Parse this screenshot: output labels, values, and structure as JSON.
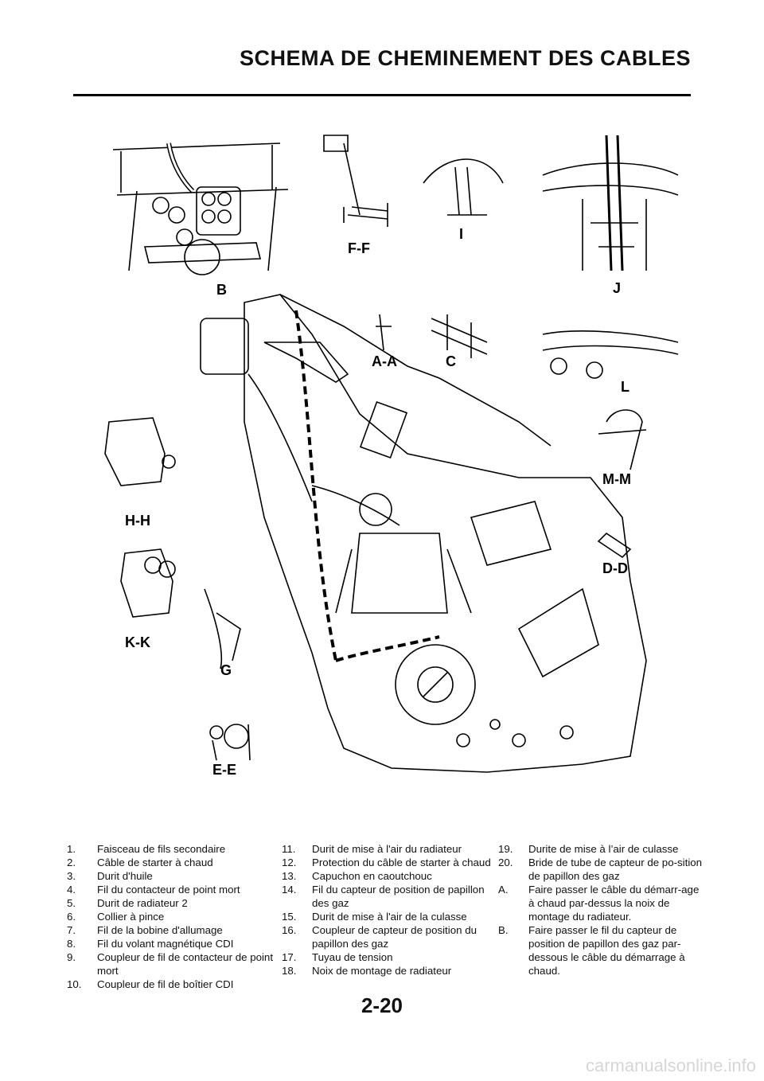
{
  "header": {
    "title": "SCHEMA DE CHEMINEMENT DES CABLES"
  },
  "page_number": "2-20",
  "watermark": "carmanualsonline.info",
  "sections": {
    "B": "B",
    "FF": "F-F",
    "I": "I",
    "J": "J",
    "AA": "A-A",
    "C": "C",
    "L": "L",
    "HH": "H-H",
    "MM": "M-M",
    "DD": "D-D",
    "KK": "K-K",
    "G": "G",
    "EE": "E-E"
  },
  "legend": {
    "col1": [
      {
        "n": "1.",
        "t": "Faisceau de fils secondaire"
      },
      {
        "n": "2.",
        "t": "Câble de starter à chaud"
      },
      {
        "n": "3.",
        "t": "Durit d'huile"
      },
      {
        "n": "4.",
        "t": "Fil du contacteur de point mort"
      },
      {
        "n": "5.",
        "t": "Durit de radiateur 2"
      },
      {
        "n": "6.",
        "t": "Collier à pince"
      },
      {
        "n": "7.",
        "t": "Fil de la bobine d'allumage"
      },
      {
        "n": "8.",
        "t": "Fil du volant magnétique CDI"
      },
      {
        "n": "9.",
        "t": "Coupleur de fil de contacteur de point mort"
      },
      {
        "n": "10.",
        "t": "Coupleur de fil de boîtier CDI"
      }
    ],
    "col2": [
      {
        "n": "11.",
        "t": "Durit de mise à l'air du radiateur"
      },
      {
        "n": "12.",
        "t": "Protection du câble de starter à chaud"
      },
      {
        "n": "13.",
        "t": "Capuchon en caoutchouc"
      },
      {
        "n": "14.",
        "t": "Fil du capteur de position de papillon des gaz"
      },
      {
        "n": "15.",
        "t": "Durit de mise à l'air de la culasse"
      },
      {
        "n": "16.",
        "t": "Coupleur de capteur de position du papillon des gaz"
      },
      {
        "n": "17.",
        "t": "Tuyau de tension"
      },
      {
        "n": "18.",
        "t": "Noix de montage de radiateur"
      }
    ],
    "col3": [
      {
        "n": "19.",
        "t": "Durite de mise à l’air de culasse"
      },
      {
        "n": "20.",
        "t": "Bride de tube de capteur de po-sition de papillon des gaz"
      },
      {
        "n": "A.",
        "t": "Faire passer le câble du démarr-age à chaud par-dessus la noix de montage du radiateur."
      },
      {
        "n": "B.",
        "t": "Faire passer le fil du capteur de position de papillon des gaz par-dessous le câble du démarrage à chaud."
      }
    ]
  }
}
